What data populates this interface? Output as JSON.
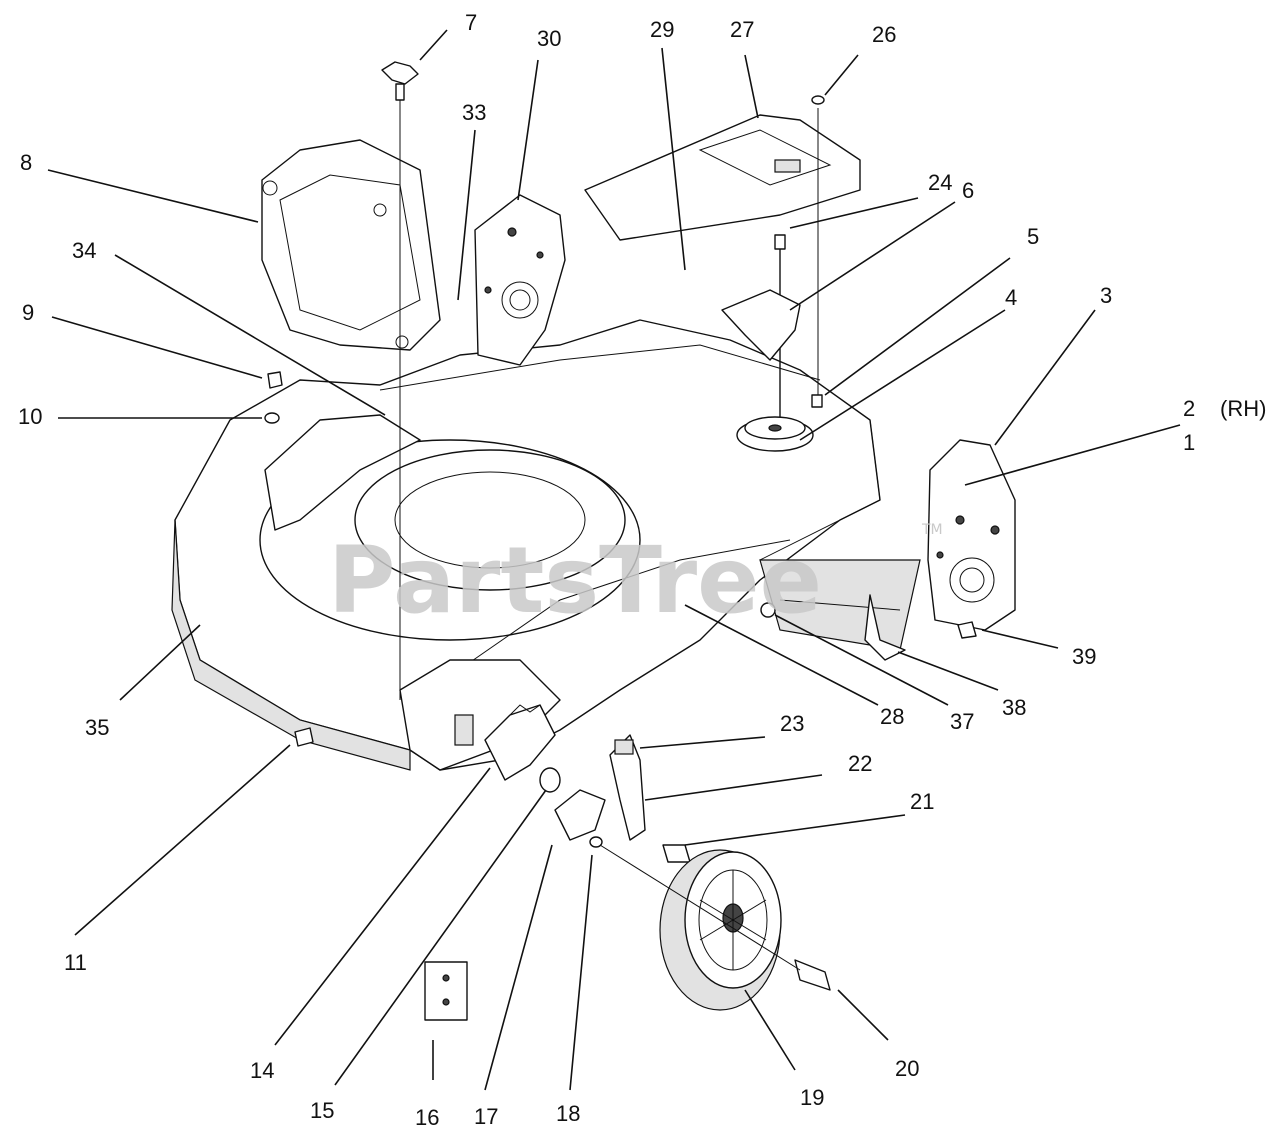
{
  "watermark": {
    "text": "PartsTree",
    "tm": "TM"
  },
  "callouts": [
    {
      "id": "c1",
      "label": "1"
    },
    {
      "id": "c2",
      "label": "2"
    },
    {
      "id": "c2rh",
      "label": "(RH)"
    },
    {
      "id": "c3",
      "label": "3"
    },
    {
      "id": "c4",
      "label": "4"
    },
    {
      "id": "c5",
      "label": "5"
    },
    {
      "id": "c6",
      "label": "6"
    },
    {
      "id": "c7",
      "label": "7"
    },
    {
      "id": "c8",
      "label": "8"
    },
    {
      "id": "c9",
      "label": "9"
    },
    {
      "id": "c10",
      "label": "10"
    },
    {
      "id": "c11",
      "label": "11"
    },
    {
      "id": "c14",
      "label": "14"
    },
    {
      "id": "c15",
      "label": "15"
    },
    {
      "id": "c16",
      "label": "16"
    },
    {
      "id": "c17",
      "label": "17"
    },
    {
      "id": "c18",
      "label": "18"
    },
    {
      "id": "c19",
      "label": "19"
    },
    {
      "id": "c20",
      "label": "20"
    },
    {
      "id": "c21",
      "label": "21"
    },
    {
      "id": "c22",
      "label": "22"
    },
    {
      "id": "c23",
      "label": "23"
    },
    {
      "id": "c24",
      "label": "24"
    },
    {
      "id": "c26",
      "label": "26"
    },
    {
      "id": "c27",
      "label": "27"
    },
    {
      "id": "c28",
      "label": "28"
    },
    {
      "id": "c29",
      "label": "29"
    },
    {
      "id": "c30",
      "label": "30"
    },
    {
      "id": "c33",
      "label": "33"
    },
    {
      "id": "c34",
      "label": "34"
    },
    {
      "id": "c35",
      "label": "35"
    },
    {
      "id": "c37",
      "label": "37"
    },
    {
      "id": "c38",
      "label": "38"
    },
    {
      "id": "c39",
      "label": "39"
    }
  ]
}
